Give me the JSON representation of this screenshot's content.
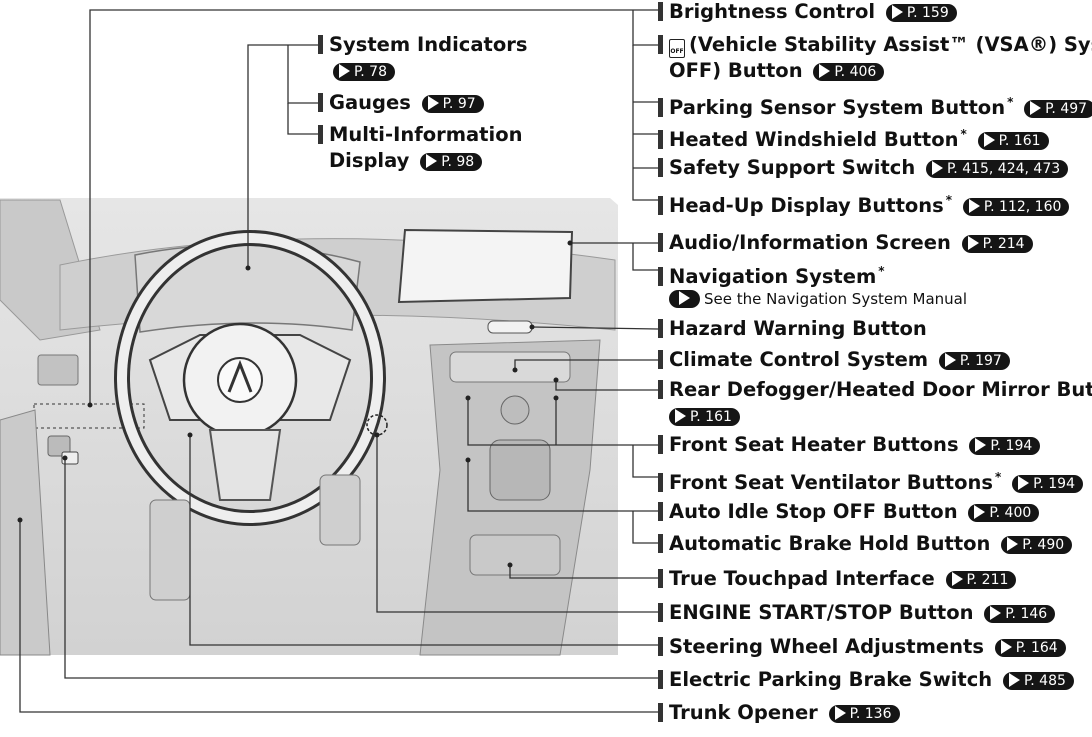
{
  "left_labels": [
    {
      "id": "system-indicators",
      "lines": [
        "System Indicators"
      ],
      "page": "78"
    },
    {
      "id": "gauges",
      "lines": [
        "Gauges"
      ],
      "page": "97"
    },
    {
      "id": "multi-information-display",
      "lines": [
        "Multi-Information",
        "Display"
      ],
      "page": "98"
    }
  ],
  "right_labels": [
    {
      "id": "brightness-control",
      "text": "Brightness Control",
      "page": "159"
    },
    {
      "id": "vsa-button",
      "icon": "vsa-off-icon",
      "text": "(Vehicle Stability Assist™ (VSA®) System",
      "text2": "OFF) Button",
      "page": "406"
    },
    {
      "id": "parking-sensor-button",
      "text": "Parking Sensor System Button",
      "star": "*",
      "page": "497"
    },
    {
      "id": "heated-windshield-button",
      "text": "Heated Windshield Button",
      "star": "*",
      "page": "161"
    },
    {
      "id": "safety-support-switch",
      "text": "Safety Support Switch",
      "page": "415, 424, 473"
    },
    {
      "id": "head-up-display-buttons",
      "text": "Head-Up Display Buttons",
      "star": "*",
      "page": "112, 160"
    },
    {
      "id": "audio-information-screen",
      "text": "Audio/Information Screen",
      "page": "214"
    },
    {
      "id": "navigation-system",
      "text": "Navigation System",
      "star": "*",
      "page": null
    },
    {
      "id": "navigation-manual",
      "text": "See the Navigation System Manual",
      "page": ""
    },
    {
      "id": "hazard-warning-button",
      "text": "Hazard Warning Button",
      "page": null
    },
    {
      "id": "climate-control-system",
      "text": "Climate Control System",
      "page": "197"
    },
    {
      "id": "rear-defogger-button",
      "text": "Rear Defogger/Heated Door Mirror Button",
      "page": "161",
      "page_on_next_line": true
    },
    {
      "id": "front-seat-heater-buttons",
      "text": "Front Seat Heater Buttons",
      "page": "194"
    },
    {
      "id": "front-seat-ventilator-buttons",
      "text": "Front Seat Ventilator Buttons",
      "star": "*",
      "page": "194"
    },
    {
      "id": "auto-idle-stop-off-button",
      "text": "Auto Idle Stop OFF Button",
      "page": "400"
    },
    {
      "id": "automatic-brake-hold-button",
      "text": "Automatic Brake Hold Button",
      "page": "490"
    },
    {
      "id": "true-touchpad-interface",
      "text": "True Touchpad Interface",
      "page": "211"
    },
    {
      "id": "engine-start-stop-button",
      "text": "ENGINE START/STOP Button",
      "page": "146"
    },
    {
      "id": "steering-wheel-adjustments",
      "text": "Steering Wheel Adjustments",
      "page": "164"
    },
    {
      "id": "electric-parking-brake-switch",
      "text": "Electric Parking Brake Switch",
      "page": "485"
    },
    {
      "id": "trunk-opener",
      "text": "Trunk Opener",
      "page": "136"
    }
  ],
  "page_prefix": "P.",
  "vsa_icon_text": "OFF",
  "colors": {
    "text": "#111111",
    "leader": "#333333",
    "pill": "#151515",
    "illustration_bg": "#dcdcdc"
  }
}
